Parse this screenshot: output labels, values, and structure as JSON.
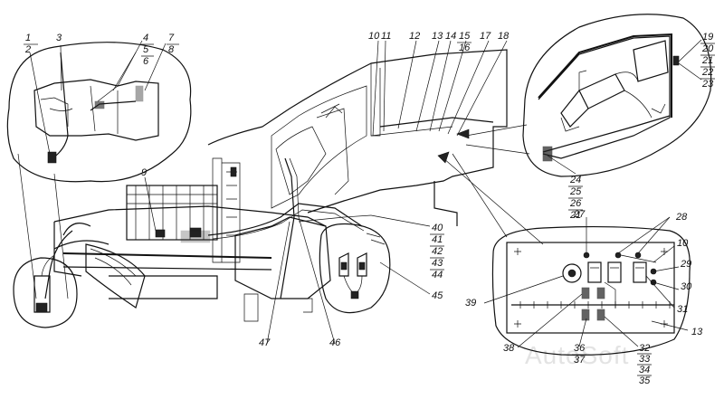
{
  "watermark": "AutoSoft",
  "callouts": [
    {
      "id": "c1",
      "text": "1"
    },
    {
      "id": "c2",
      "text": "2"
    },
    {
      "id": "c3",
      "text": "3"
    },
    {
      "id": "c4",
      "text": "4"
    },
    {
      "id": "c5",
      "text": "5"
    },
    {
      "id": "c6",
      "text": "6"
    },
    {
      "id": "c7",
      "text": "7"
    },
    {
      "id": "c8",
      "text": "8"
    },
    {
      "id": "c9",
      "text": "9"
    },
    {
      "id": "c10",
      "text": "10"
    },
    {
      "id": "c11",
      "text": "11"
    },
    {
      "id": "c12",
      "text": "12"
    },
    {
      "id": "c13",
      "text": "13"
    },
    {
      "id": "c14",
      "text": "14"
    },
    {
      "id": "c15",
      "text": "15"
    },
    {
      "id": "c16",
      "text": "16"
    },
    {
      "id": "c17",
      "text": "17"
    },
    {
      "id": "c18",
      "text": "18"
    },
    {
      "id": "c19",
      "text": "19"
    },
    {
      "id": "c20",
      "text": "20"
    },
    {
      "id": "c21",
      "text": "21"
    },
    {
      "id": "c22",
      "text": "22"
    },
    {
      "id": "c23",
      "text": "23"
    },
    {
      "id": "c24",
      "text": "24"
    },
    {
      "id": "c25",
      "text": "25"
    },
    {
      "id": "c26",
      "text": "26"
    },
    {
      "id": "c21b",
      "text": "21"
    },
    {
      "id": "c27",
      "text": "27"
    },
    {
      "id": "c28",
      "text": "28"
    },
    {
      "id": "c10b",
      "text": "10"
    },
    {
      "id": "c29",
      "text": "29"
    },
    {
      "id": "c30",
      "text": "30"
    },
    {
      "id": "c31",
      "text": "31"
    },
    {
      "id": "c13b",
      "text": "13"
    },
    {
      "id": "c32",
      "text": "32"
    },
    {
      "id": "c33",
      "text": "33"
    },
    {
      "id": "c34",
      "text": "34"
    },
    {
      "id": "c35",
      "text": "35"
    },
    {
      "id": "c36",
      "text": "36"
    },
    {
      "id": "c37",
      "text": "37"
    },
    {
      "id": "c38",
      "text": "38"
    },
    {
      "id": "c39",
      "text": "39"
    },
    {
      "id": "c40",
      "text": "40"
    },
    {
      "id": "c41",
      "text": "41"
    },
    {
      "id": "c42",
      "text": "42"
    },
    {
      "id": "c43",
      "text": "43"
    },
    {
      "id": "c44",
      "text": "44"
    },
    {
      "id": "c45",
      "text": "45"
    },
    {
      "id": "c46",
      "text": "46"
    },
    {
      "id": "c47",
      "text": "47"
    }
  ]
}
